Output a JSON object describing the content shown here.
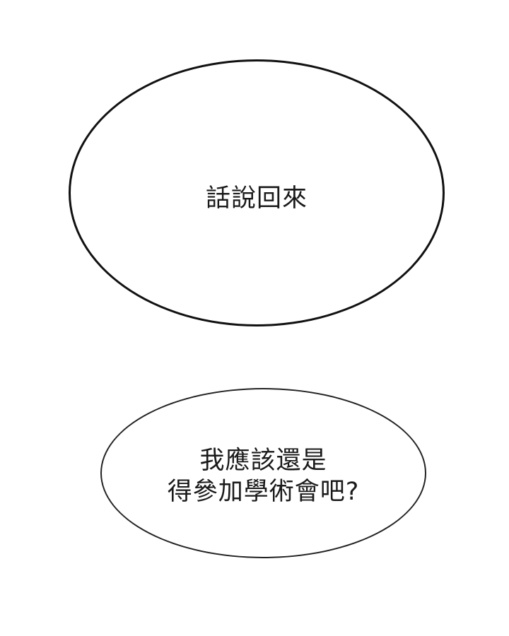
{
  "bubbles": [
    {
      "lines": [
        "話說回來"
      ]
    },
    {
      "lines": [
        "我應該還是",
        "得參加學術會吧?"
      ]
    }
  ],
  "colors": {
    "background": "#ffffff",
    "outline": "#111111",
    "text": "#1a1a1a"
  }
}
